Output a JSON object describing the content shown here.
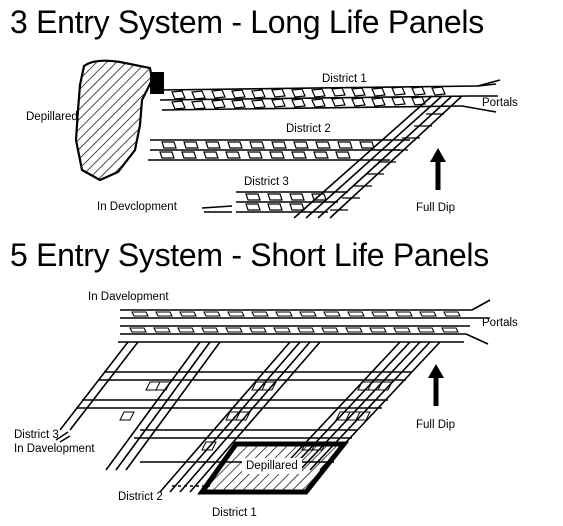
{
  "diagram_3entry": {
    "heading": "3 Entry System - Long Life Panels",
    "labels": {
      "district_1": "District 1",
      "district_2": "District 2",
      "district_3": "District 3",
      "depillared": "Depillared",
      "portals": "Portals",
      "in_development": "In Devclopment",
      "full_dip": "Full Dip"
    }
  },
  "diagram_5entry": {
    "heading": "5 Entry System - Short Life Panels",
    "labels": {
      "in_development_top": "In Davelopment",
      "portals": "Portals",
      "full_dip": "Full Dip",
      "district_3": "District 3",
      "in_development_bottom": "In Davelopment",
      "district_2": "District 2",
      "district_1": "District 1",
      "depillared": "Depillared"
    }
  },
  "colors": {
    "ink": "#000000",
    "background": "#ffffff"
  }
}
